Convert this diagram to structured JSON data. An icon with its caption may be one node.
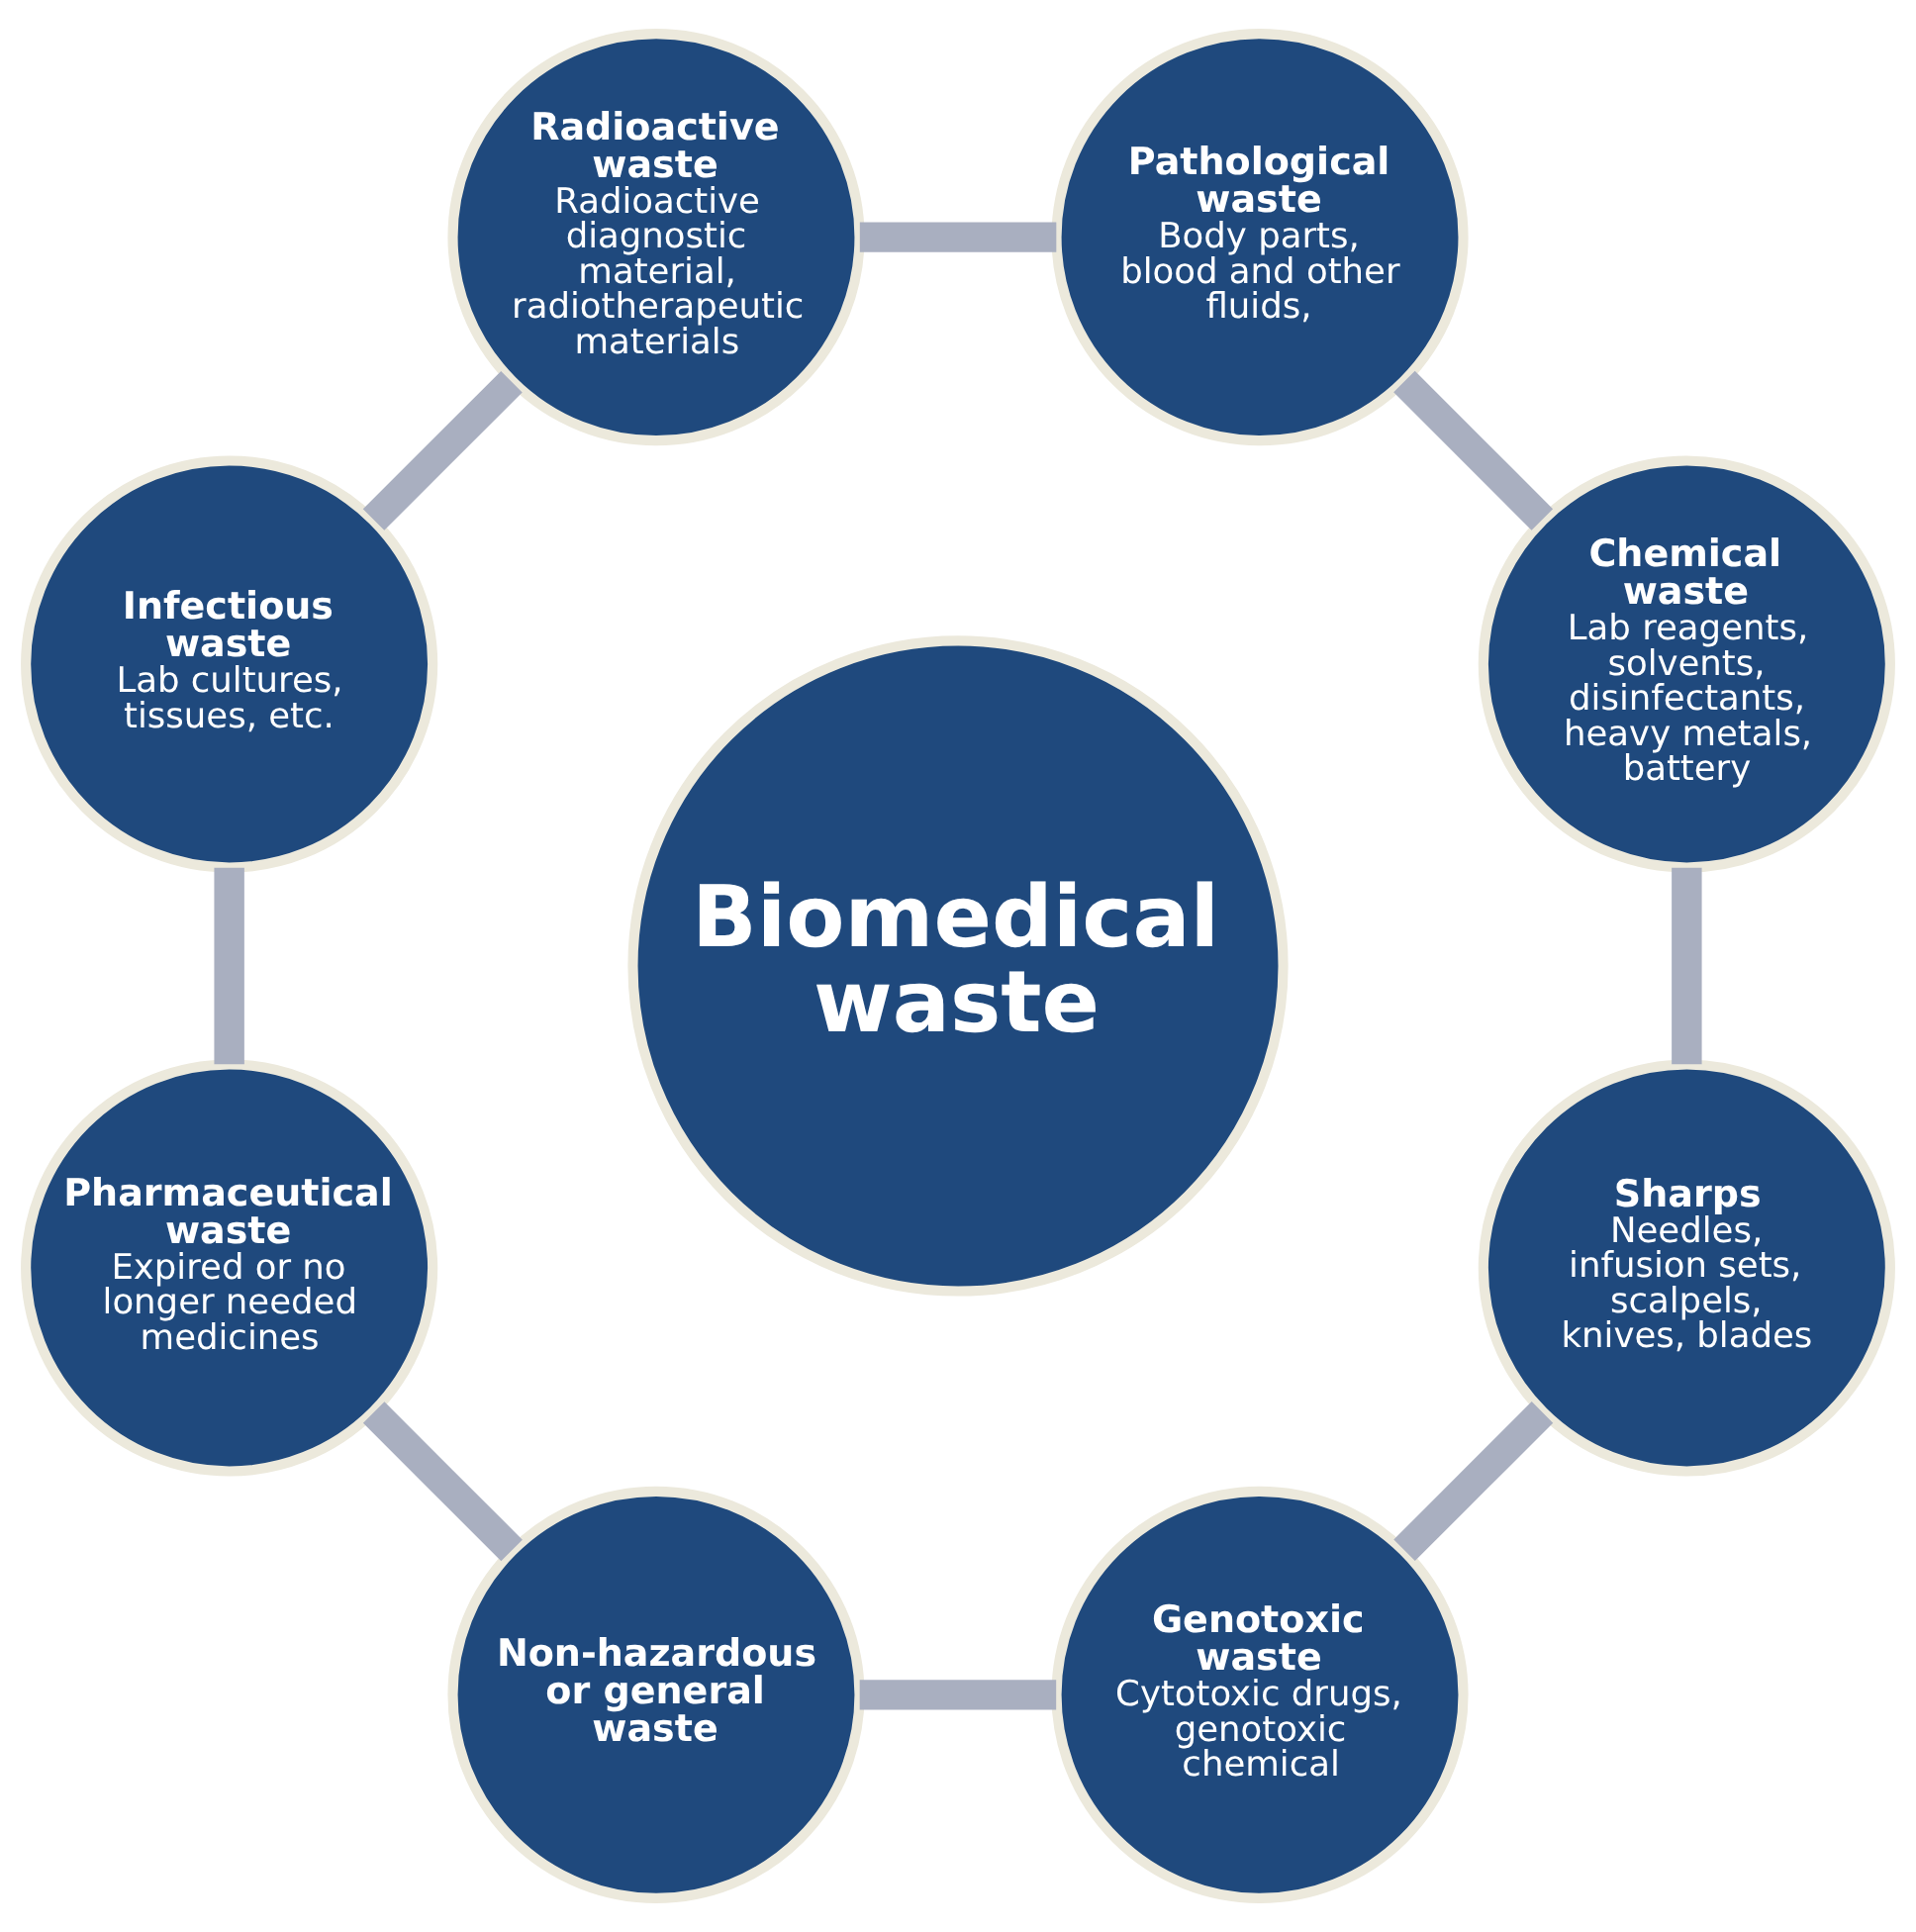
{
  "diagram": {
    "nodes": [
      {
        "text": [
          "Chemical waste",
          "Lab reagents, solvents, disinfectants, heavy metals, battery"
        ]
      },
      {
        "text": [
          "Pathological waste",
          "Body parts, blood and other fluids,"
        ]
      },
      {
        "text": [
          "Radioactive waste",
          "Radioactive diagnostic material, radiotherapeutic materials"
        ]
      },
      {
        "text": [
          "Infectious waste",
          "Lab cultures, tissues, etc."
        ]
      },
      {
        "text": [
          "Pharmaceutical waste",
          "Expired or no longer needed medicines"
        ]
      },
      {
        "text": [
          "Non-hazardous or general waste"
        ]
      },
      {
        "text": [
          "Genotoxic waste",
          "Cytotoxic drugs, genotoxic chemical"
        ]
      },
      {
        "text": [
          "Sharps",
          "Needles, infusion sets, scalpels, knives, blades"
        ]
      },
      {
        "text": [
          "Biomedical waste"
        ]
      }
    ],
    "edges": [
      {
        "from": 0,
        "to": 1,
        "arrow": "none"
      },
      {
        "from": 1,
        "to": 2,
        "arrow": "none"
      },
      {
        "from": 2,
        "to": 3,
        "arrow": "none"
      },
      {
        "from": 3,
        "to": 4,
        "arrow": "none"
      },
      {
        "from": 4,
        "to": 5,
        "arrow": "none"
      },
      {
        "from": 5,
        "to": 6,
        "arrow": "none"
      },
      {
        "from": 6,
        "to": 7,
        "arrow": "none"
      },
      {
        "from": 7,
        "to": 0,
        "arrow": "none"
      }
    ]
  }
}
